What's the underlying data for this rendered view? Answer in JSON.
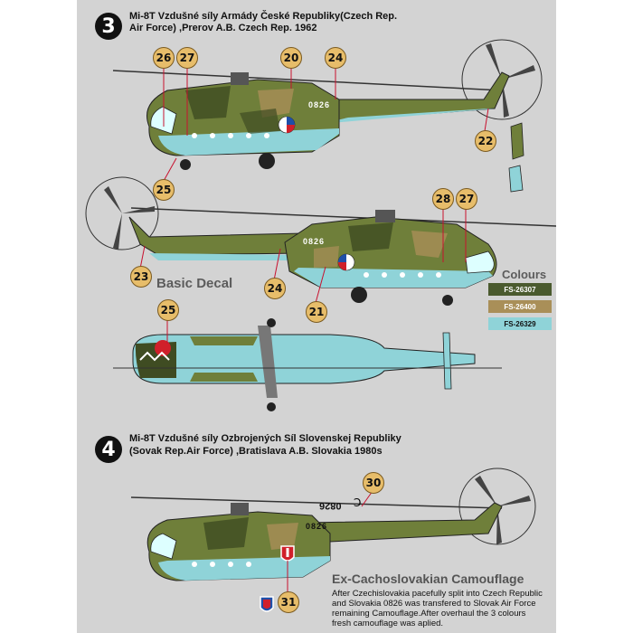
{
  "profile3": {
    "badge": "3",
    "title_line1": "Mi-8T Vzdušné síly Armády České Republiky(Czech Rep.",
    "title_line2": "Air Force) ,Prerov A.B. Czech Rep. 1962"
  },
  "profile4": {
    "badge": "4",
    "title_line1": "Mi-8T Vzdušné síly Ozbrojených Síl Slovenskej Republiky",
    "title_line2": "(Sovak Rep.Air Force) ,Bratislava A.B. Slovakia 1980s"
  },
  "callouts": {
    "n26": "26",
    "n27a": "27",
    "n20": "20",
    "n24a": "24",
    "n22": "22",
    "n25a": "25",
    "n28": "28",
    "n27b": "27",
    "n23": "23",
    "n24b": "24",
    "n21": "21",
    "n25b": "25",
    "n30": "30",
    "n31": "31"
  },
  "serials": {
    "a": "0826",
    "b": "0826",
    "c": "0826",
    "d": "0826"
  },
  "basic_decal": "Basic Decal",
  "colours": {
    "heading": "Colours",
    "swatches": [
      {
        "code": "FS-26307",
        "color": "#4a5a2e"
      },
      {
        "code": "FS-26400",
        "color": "#a98f58"
      },
      {
        "code": "FS-26329",
        "color": "#8fd3d8"
      }
    ]
  },
  "camo": {
    "heading": "Ex-Cachoslovakian Camouflage",
    "text_lines": [
      "After Czechislovakia pacefully split into Czech Republic",
      "and Slovakia 0826 was transfered to Slovak Air Force",
      "remaining Camouflage.After overhaul the 3 colours",
      "fresh camouflage was aplied."
    ]
  },
  "colors": {
    "green": "#6f7f3a",
    "dark": "#3f4c22",
    "tan": "#a98f58",
    "belly": "#8fd3d8"
  }
}
